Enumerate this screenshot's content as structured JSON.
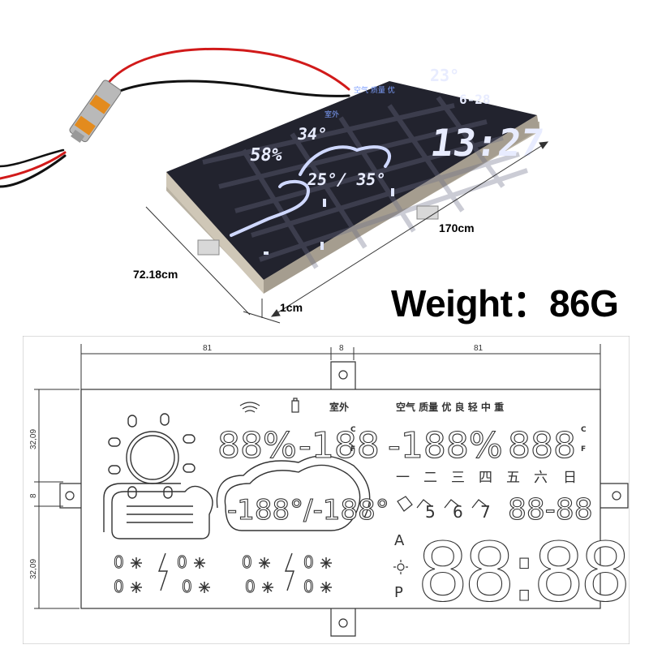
{
  "photo": {
    "dimensions": {
      "length": "170cm",
      "width": "72.18cm",
      "thickness": "1cm"
    },
    "weight": "Weight：86G",
    "screen": {
      "humidity": "58%",
      "temp_top": "34°",
      "temp_range": "25°/ 35°",
      "outdoor_temp": "23°",
      "date": "6-28",
      "time": "13:27",
      "label_outdoor": "室外",
      "label_air": "空气 质量 优"
    }
  },
  "drawing": {
    "dims": {
      "top_left": "81",
      "top_mid": "8",
      "top_right": "81",
      "side_top": "32,09",
      "side_mid": "8",
      "side_bottom": "32,09"
    },
    "labels": {
      "outdoor": "室外",
      "air_quality": "空气 质量 优 良 轻 中 重",
      "weekdays": [
        "一",
        "二",
        "三",
        "四",
        "五",
        "六",
        "日"
      ],
      "digits_humidity": "88%",
      "digits_temp": "-188",
      "digits_range": "-188°/-188°",
      "digits_out_hum": "-188%",
      "digits_out_temp": "888",
      "unit_c": "C",
      "unit_f": "F",
      "date": "88-88",
      "time": "88:88",
      "am": "A",
      "pm": "P",
      "moon_phases": [
        "5",
        "6",
        "7"
      ],
      "wind_zero": "0"
    }
  }
}
